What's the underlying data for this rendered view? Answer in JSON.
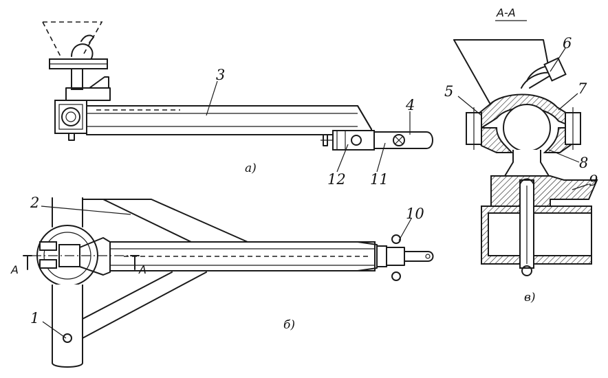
{
  "figure": {
    "view_captions": [
      "а)",
      "б)",
      "в)"
    ],
    "section_title": "А-А",
    "section_marks": [
      "А",
      "А"
    ],
    "callouts": [
      "1",
      "2",
      "3",
      "4",
      "5",
      "6",
      "7",
      "8",
      "9",
      "10",
      "11",
      "12"
    ]
  }
}
